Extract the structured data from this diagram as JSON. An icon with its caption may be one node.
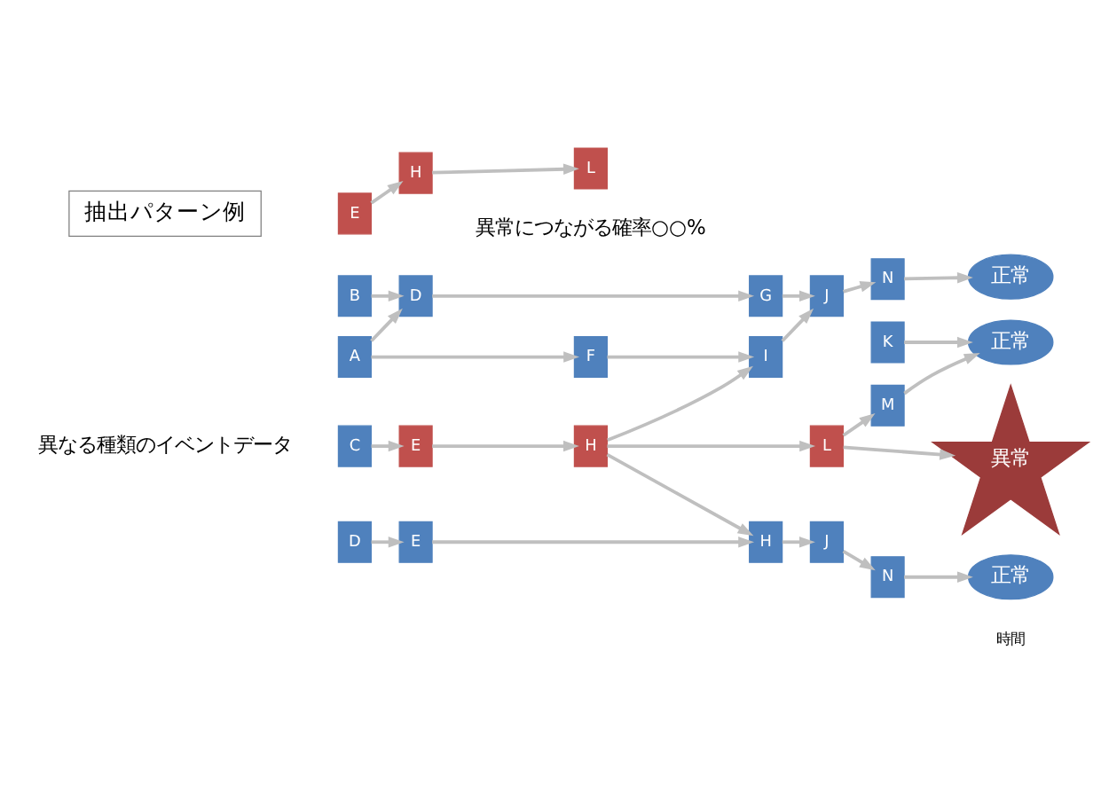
{
  "diagram": {
    "nodes": [
      {
        "text": [
          "A"
        ]
      },
      {
        "text": [
          "D"
        ]
      },
      {
        "text": [
          "G"
        ]
      },
      {
        "text": [
          "J"
        ]
      },
      {
        "text": [
          "N"
        ]
      },
      {
        "text": [
          "正常"
        ]
      },
      {
        "text": [
          "B"
        ]
      },
      {
        "text": [
          "F"
        ]
      },
      {
        "text": [
          "I"
        ]
      },
      {
        "text": [
          "K"
        ]
      },
      {
        "text": [
          "正常"
        ]
      },
      {
        "text": [
          "M"
        ]
      },
      {
        "text": [
          "C"
        ]
      },
      {
        "text": [
          "E"
        ]
      },
      {
        "text": [
          "H"
        ]
      },
      {
        "text": [
          "異常"
        ]
      },
      {
        "text": [
          "L"
        ]
      },
      {
        "text": [
          "D"
        ]
      },
      {
        "text": [
          "E"
        ]
      },
      {
        "text": [
          "H"
        ]
      },
      {
        "text": [
          "J"
        ]
      },
      {
        "text": [
          "N"
        ]
      },
      {
        "text": [
          "正常"
        ]
      },
      {
        "text": [
          "抽出パターン例"
        ]
      },
      {
        "text": [
          "E"
        ]
      },
      {
        "text": [
          "H"
        ]
      },
      {
        "text": [
          "L"
        ]
      }
    ],
    "edges": [
      {
        "from": 0,
        "to": 1,
        "arrow": "to"
      },
      {
        "from": 0,
        "to": 7,
        "arrow": "to"
      },
      {
        "from": 6,
        "to": 1,
        "arrow": "to"
      },
      {
        "from": 1,
        "to": 2,
        "arrow": "to"
      },
      {
        "from": 2,
        "to": 3,
        "arrow": "to"
      },
      {
        "from": 3,
        "to": 4,
        "arrow": "to"
      },
      {
        "from": 4,
        "to": 5,
        "arrow": "to"
      },
      {
        "from": 7,
        "to": 8,
        "arrow": "to"
      },
      {
        "from": 8,
        "to": 3,
        "arrow": "to"
      },
      {
        "from": 9,
        "to": 10,
        "arrow": "to"
      },
      {
        "from": 11,
        "to": 10,
        "arrow": "to"
      },
      {
        "from": 12,
        "to": 13,
        "arrow": "to"
      },
      {
        "from": 13,
        "to": 14,
        "arrow": "to"
      },
      {
        "from": 14,
        "to": 8,
        "arrow": "to"
      },
      {
        "from": 14,
        "to": 16,
        "arrow": "to"
      },
      {
        "from": 14,
        "to": 19,
        "arrow": "to"
      },
      {
        "from": 16,
        "to": 11,
        "arrow": "to"
      },
      {
        "from": 16,
        "to": 15,
        "arrow": "to"
      },
      {
        "from": 17,
        "to": 18,
        "arrow": "to"
      },
      {
        "from": 18,
        "to": 19,
        "arrow": "to"
      },
      {
        "from": 19,
        "to": 20,
        "arrow": "to"
      },
      {
        "from": 20,
        "to": 21,
        "arrow": "to"
      },
      {
        "from": 21,
        "to": 22,
        "arrow": "to"
      },
      {
        "from": 24,
        "to": 25,
        "arrow": "to"
      },
      {
        "from": 25,
        "to": 26,
        "arrow": "to"
      }
    ],
    "labels": [
      "異なる種類のイベントデータ",
      "時間",
      "異常につながる確率○○%"
    ]
  }
}
